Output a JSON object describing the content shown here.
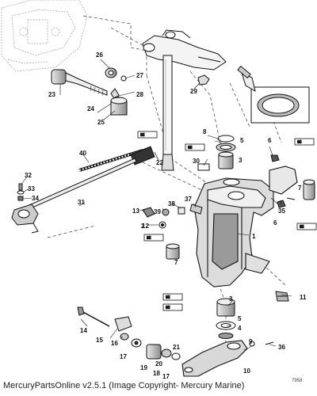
{
  "diagram": {
    "callouts": [
      "1",
      "2",
      "3",
      "4",
      "5",
      "6",
      "7",
      "8",
      "9",
      "10",
      "11",
      "12",
      "13",
      "14",
      "15",
      "16",
      "17",
      "18",
      "19",
      "20",
      "21",
      "22",
      "23",
      "24",
      "25",
      "26",
      "27",
      "28",
      "29",
      "30",
      "31",
      "32",
      "33",
      "34",
      "35",
      "36",
      "37",
      "38",
      "39",
      "40"
    ],
    "tube_label": "95",
    "drawing_number": "7958"
  },
  "footer": {
    "text": "MercuryPartsOnline v2.5.1 (Image Copyright- Mercury Marine)"
  }
}
